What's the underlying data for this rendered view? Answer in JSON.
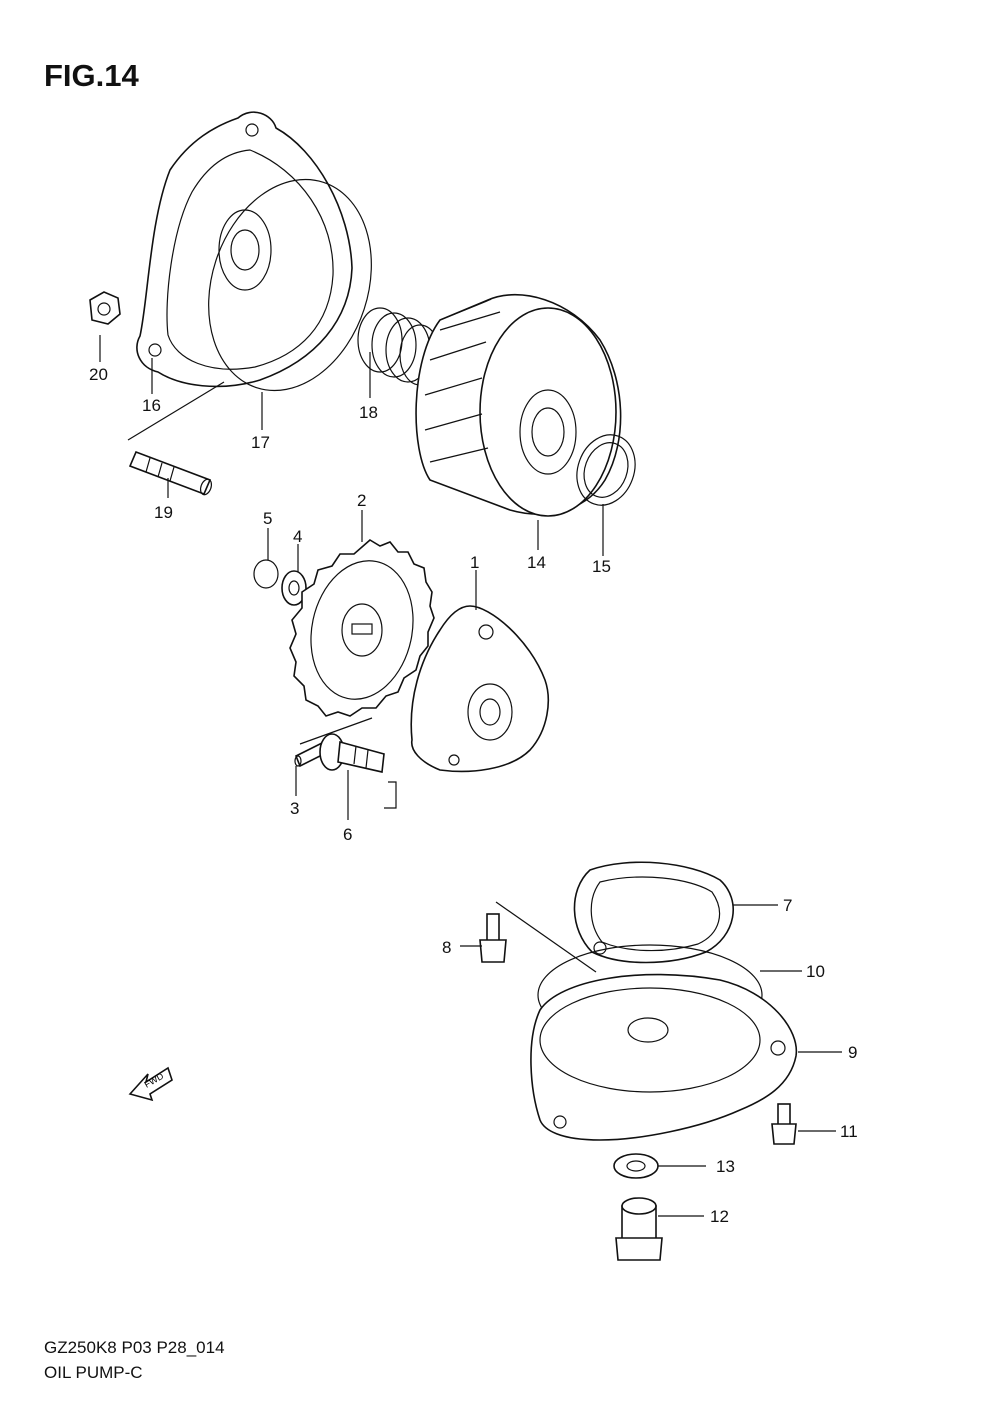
{
  "figure": {
    "title": "FIG.14"
  },
  "footer": {
    "model_code": "GZ250K8 P03 P28_014",
    "section_name": "OIL PUMP-C"
  },
  "direction_marker": {
    "label": "FWD",
    "icon": "forward-arrow-icon"
  },
  "callouts": [
    "1",
    "2",
    "3",
    "4",
    "5",
    "6",
    "7",
    "8",
    "9",
    "10",
    "11",
    "12",
    "13",
    "14",
    "15",
    "16",
    "17",
    "18",
    "19",
    "20"
  ]
}
